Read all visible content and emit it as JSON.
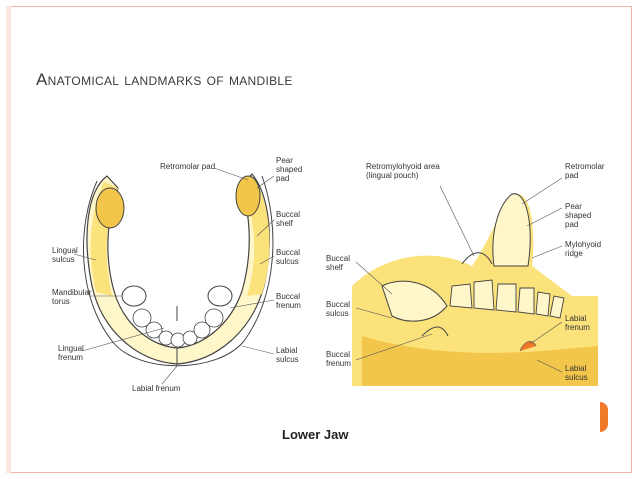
{
  "slide": {
    "title": "Anatomical landmarks of mandible",
    "caption": "Lower Jaw"
  },
  "colors": {
    "border": "#f0b8a4",
    "accent": "#f07a2a",
    "tissue_light": "#fff6c9",
    "tissue_mid": "#fbe27a",
    "tissue_dark": "#f2c64a"
  },
  "left_panel": {
    "labels": {
      "retromolar_pad": "Retromolar pad",
      "pear_shaped_pad": "Pear\nshaped\npad",
      "buccal_shelf": "Buccal\nshelf",
      "buccal_sulcus": "Buccal\nsulcus",
      "lingual_sulcus": "Lingual\nsulcus",
      "mandibular_torus": "Mandibular\ntorus",
      "buccal_frenum": "Buccal\nfrenum",
      "lingual_frenum": "Lingual\nfrenum",
      "labial_sulcus": "Labial\nsulcus",
      "labial_frenum": "Labial frenum"
    }
  },
  "right_panel": {
    "labels": {
      "retromylohyoid_area": "Retromylohyoid area\n(lingual pouch)",
      "retromolar_pad": "Retromolar\npad",
      "pear_shaped_pad": "Pear shaped\npad",
      "mylohyoid_ridge": "Mylohyoid\nridge",
      "buccal_shelf": "Buccal\nshelf",
      "buccal_sulcus": "Buccal\nsulcus",
      "buccal_frenum": "Buccal\nfrenum",
      "labial_frenum": "Labial\nfrenum",
      "labial_sulcus": "Labial\nsulcus"
    }
  }
}
